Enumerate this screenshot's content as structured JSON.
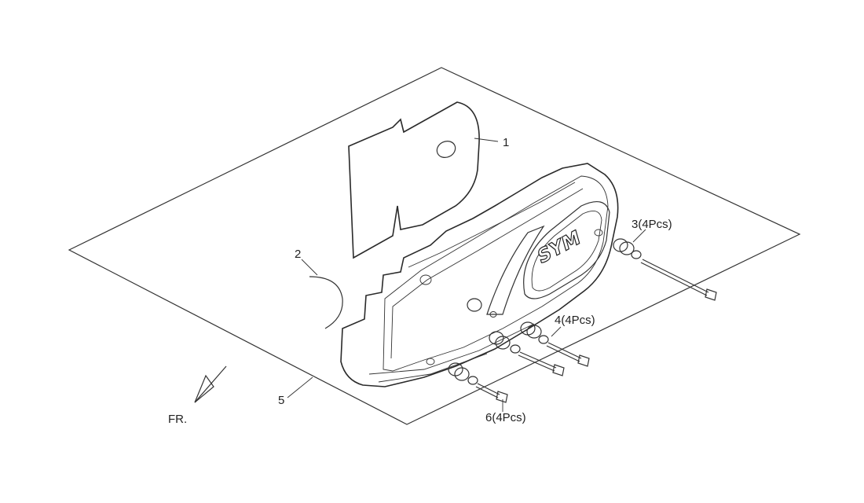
{
  "diagram": {
    "callouts": [
      {
        "id": "c1",
        "text": "1"
      },
      {
        "id": "c2",
        "text": "2"
      },
      {
        "id": "c3",
        "text": "3(4Pcs)"
      },
      {
        "id": "c4",
        "text": "4(4Pcs)"
      },
      {
        "id": "c5",
        "text": "5"
      },
      {
        "id": "c6",
        "text": "6(4Pcs)"
      }
    ],
    "direction_label": "FR.",
    "logo_text": "SYM",
    "colors": {
      "line": "#333333",
      "background": "#ffffff"
    }
  }
}
